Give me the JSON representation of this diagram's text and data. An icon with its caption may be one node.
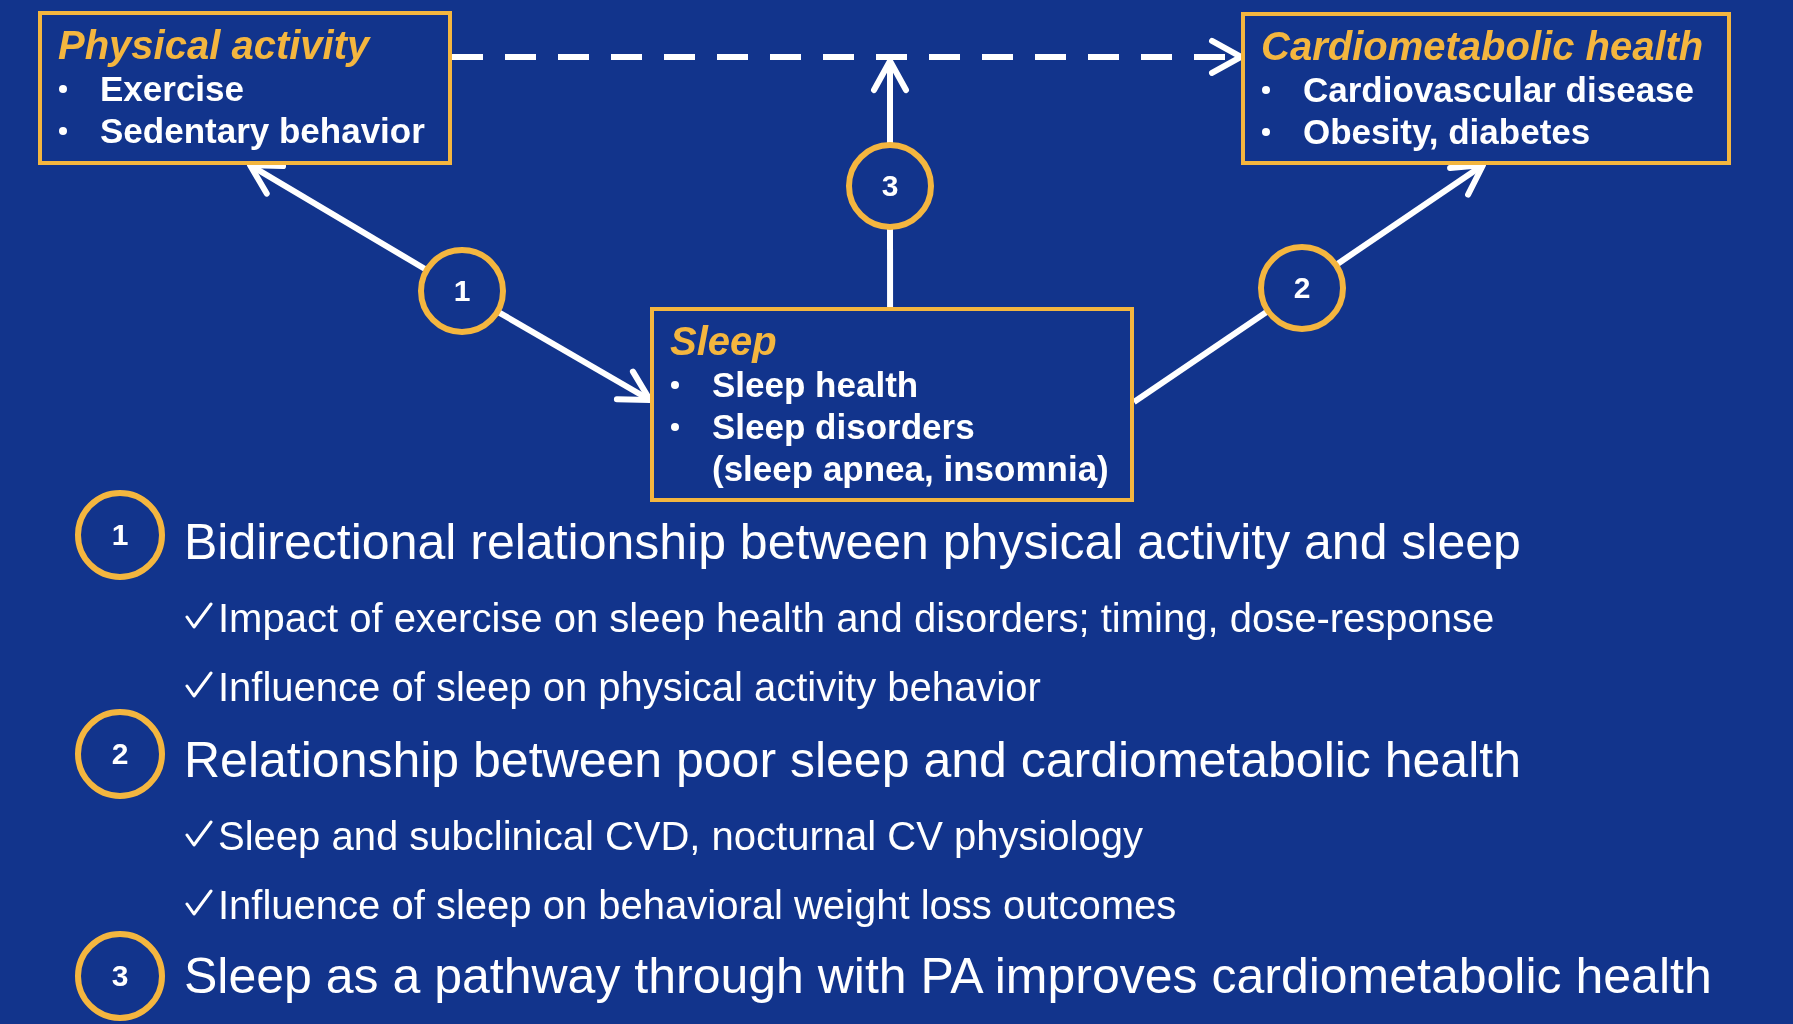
{
  "diagram": {
    "nodes": [
      {
        "text": [
          "Physical activity",
          "Exercise",
          "Sedentary behavior"
        ]
      },
      {
        "text": [
          "Cardiometabolic health",
          "Cardiovascular disease",
          "Obesity, diabetes"
        ]
      },
      {
        "text": [
          "3"
        ]
      },
      {
        "text": [
          "1"
        ]
      },
      {
        "text": [
          "Sleep",
          "Sleep health",
          "Sleep disorders (sleep apnea, insomnia)"
        ]
      },
      {
        "text": [
          "2"
        ]
      },
      {
        "text": [
          "1"
        ],
        "beside": [
          "Bidirectional relationship between physical activity and sleep"
        ]
      },
      {
        "text": [
          "2"
        ],
        "beside": [
          "Relationship between poor sleep and cardiometabolic health"
        ]
      },
      {
        "text": [
          "3"
        ],
        "beside": [
          "Sleep as a pathway through with PA improves cardiometabolic health"
        ]
      }
    ],
    "edges": [
      {
        "from": 0,
        "to": 1,
        "arrow": "to",
        "style": "dashed"
      },
      {
        "from": 3,
        "to": 0,
        "arrow": "to"
      },
      {
        "from": 3,
        "to": 4,
        "arrow": "to"
      },
      {
        "from": 4,
        "to": 5,
        "arrow": "none"
      },
      {
        "from": 5,
        "to": 1,
        "arrow": "to"
      },
      {
        "from": 4,
        "to": 2,
        "arrow": "none"
      },
      {
        "from": 2,
        "to": null,
        "arrow": "to"
      }
    ],
    "labels": [
      "Impact of exercise on sleep health and disorders; timing, dose-response",
      "Influence of sleep on physical activity behavior",
      "Sleep and subclinical CVD, nocturnal CV physiology",
      "Influence of sleep on behavioral weight loss outcomes"
    ]
  }
}
